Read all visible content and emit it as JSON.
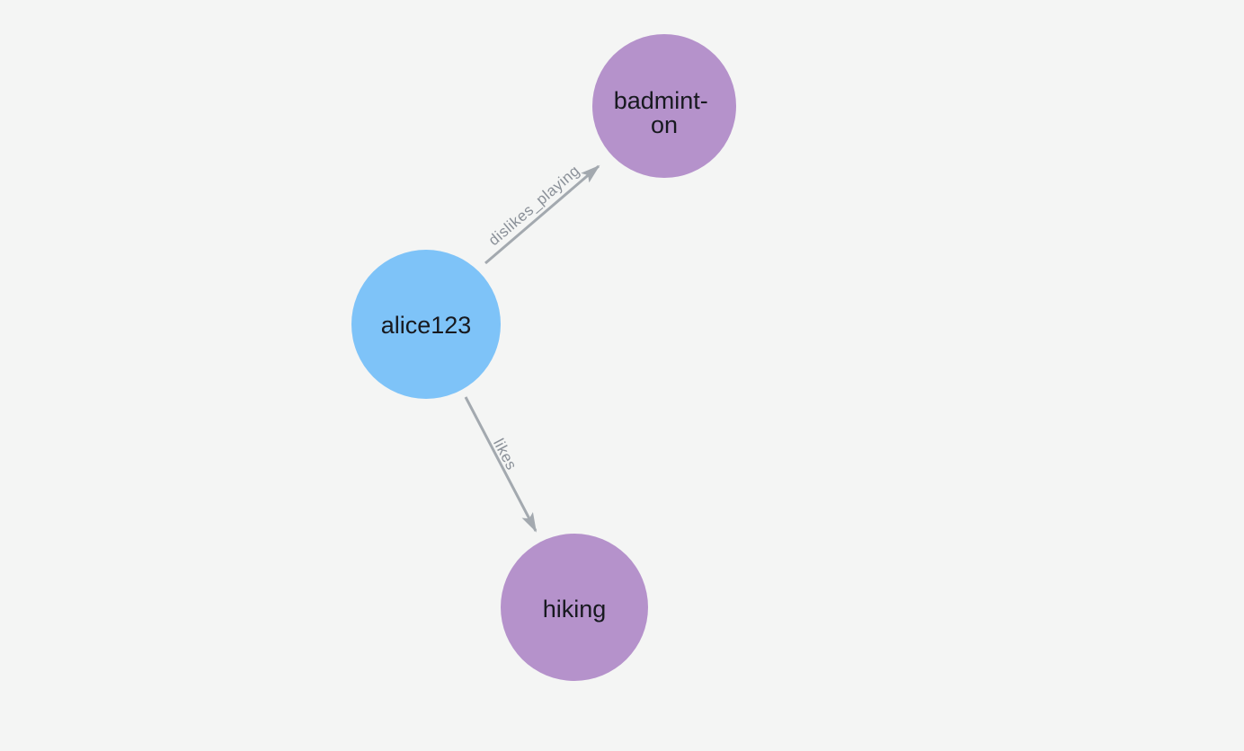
{
  "canvas": {
    "background_color": "#f4f5f4"
  },
  "graph": {
    "nodes": [
      {
        "id": "alice123",
        "label": "alice123",
        "fill_color": "#7ec3f8",
        "label_color": "#17191f"
      },
      {
        "id": "badminton",
        "label": "badminton",
        "display_lines": [
          "badmint-",
          "on"
        ],
        "fill_color": "#b592cb",
        "label_color": "#17191f"
      },
      {
        "id": "hiking",
        "label": "hiking",
        "fill_color": "#b592cb",
        "label_color": "#17191f"
      }
    ],
    "edges": [
      {
        "source": "alice123",
        "target": "badminton",
        "label": "dislikes_playing"
      },
      {
        "source": "alice123",
        "target": "hiking",
        "label": "likes"
      }
    ],
    "edge_color": "#a3a9af",
    "edge_label_color": "#8a9098"
  }
}
